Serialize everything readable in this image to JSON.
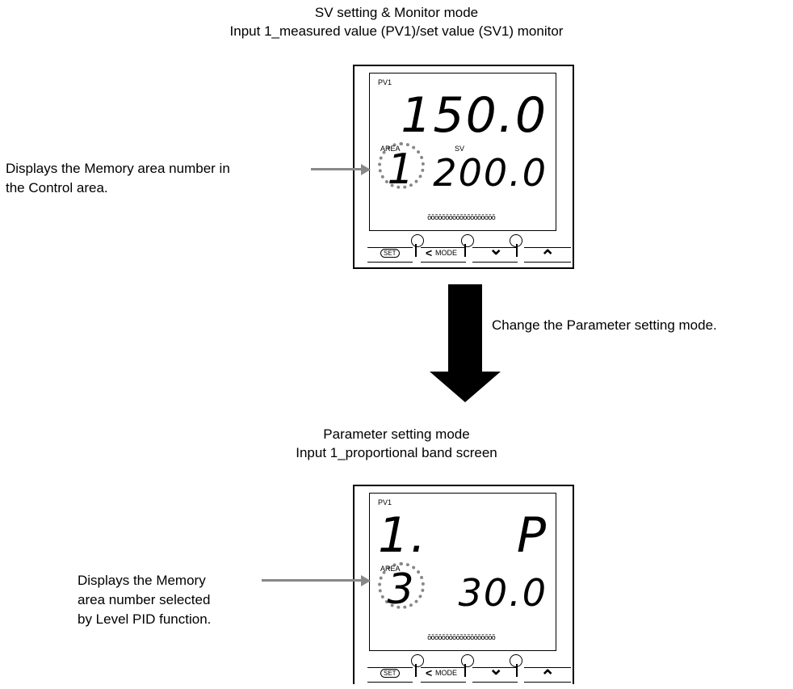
{
  "top": {
    "caption_line1": "SV setting & Monitor mode",
    "caption_line2": "Input 1_measured value (PV1)/set value (SV1) monitor",
    "pv_label": "PV1",
    "pv_value": "150.0",
    "area_label": "AREA",
    "area_number": "1",
    "sv_label": "SV",
    "sv_value": "200.0",
    "note_line1": "Displays the Memory area number in",
    "note_line2": "the Control area."
  },
  "transition": {
    "text": "Change the Parameter setting mode."
  },
  "bottom": {
    "caption_line1": "Parameter setting mode",
    "caption_line2": "Input 1_proportional band screen",
    "pv_label": "PV1",
    "param_prefix": "1.",
    "param_symbol": "P",
    "area_label": "AREA",
    "area_number": "3",
    "value": "30.0",
    "note_line1": "Displays the Memory",
    "note_line2": "area number selected",
    "note_line3": "by Level PID function."
  },
  "keys": {
    "set": "SET",
    "mode": "MODE",
    "down": "⌄",
    "up": "⌃"
  },
  "bargraph": "ōōōōōōōōōōōōōōōōōōō"
}
